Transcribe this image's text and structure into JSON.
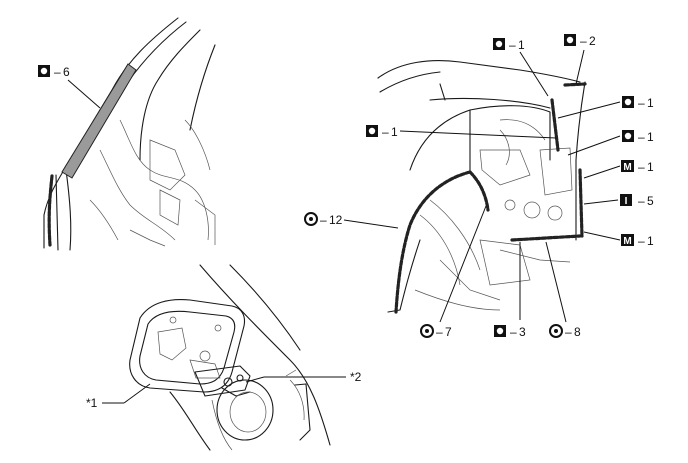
{
  "labels": {
    "o6": "6",
    "o1a": "1",
    "o2": "2",
    "o1b": "1",
    "o1c": "1",
    "o1d": "1",
    "m1a": "1",
    "i5": "5",
    "m1b": "1",
    "c12": "12",
    "c7": "7",
    "o3": "3",
    "c8": "8",
    "star1": "*1",
    "star2": "*2"
  },
  "symbols": {
    "o": "O",
    "m": "M",
    "i": "I"
  }
}
